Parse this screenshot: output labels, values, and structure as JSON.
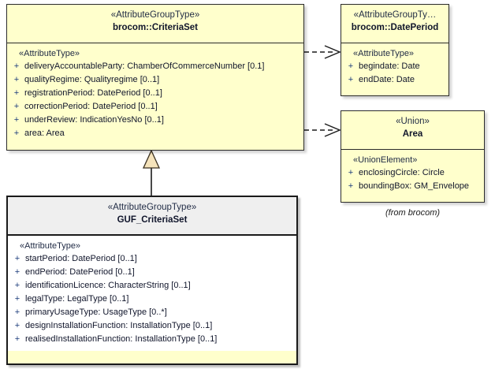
{
  "diagram": {
    "kind": "uml-class-diagram",
    "background": "#ffffff",
    "colors": {
      "class_fill": "#ffffcc",
      "class_border": "#2b2b2b",
      "subclass_header_fill": "#efefef",
      "subclass_body_fill": "#ffffff",
      "subclass_border": "#1a1a1a",
      "text": "#10152b",
      "stereotype_text": "#1f2a44",
      "visibility_marker": "#1a3a7a",
      "connector": "#1a1a1a",
      "generalization_arrow_fill": "#f5e3bb"
    }
  },
  "classes": [
    {
      "id": "criteria-set",
      "stereotype": "«AttributeGroupType»",
      "name": "brocom::CriteriaSet",
      "style": "yellow",
      "compartment_stereotype": "«AttributeType»",
      "attributes": [
        {
          "visibility": "+",
          "text": "deliveryAccountableParty: ChamberOfCommerceNumber [0.1]"
        },
        {
          "visibility": "+",
          "text": "qualityRegime: Qualityregime [0..1]"
        },
        {
          "visibility": "+",
          "text": "registrationPeriod: DatePeriod [0..1]"
        },
        {
          "visibility": "+",
          "text": "correctionPeriod: DatePeriod [0..1]"
        },
        {
          "visibility": "+",
          "text": "underReview: IndicationYesNo [0..1]"
        },
        {
          "visibility": "+",
          "text": "area: Area"
        }
      ]
    },
    {
      "id": "date-period",
      "stereotype": "«AttributeGroupTy…",
      "name": "brocom::DatePeriod",
      "style": "yellow",
      "compartment_stereotype": "«AttributeType»",
      "attributes": [
        {
          "visibility": "+",
          "text": "begindate: Date"
        },
        {
          "visibility": "+",
          "text": "endDate: Date"
        }
      ]
    },
    {
      "id": "area",
      "stereotype": "«Union»",
      "name": "Area",
      "style": "yellow",
      "compartment_stereotype": "«UnionElement»",
      "attributes": [
        {
          "visibility": "+",
          "text": "enclosingCircle: Circle"
        },
        {
          "visibility": "+",
          "text": "boundingBox: GM_Envelope"
        }
      ]
    },
    {
      "id": "guf-criteria-set",
      "stereotype": "«AttributeGroupType»",
      "name": "GUF_CriteriaSet",
      "style": "plain",
      "compartment_stereotype": "«AttributeType»",
      "attributes": [
        {
          "visibility": "+",
          "text": "startPeriod: DatePeriod [0..1]"
        },
        {
          "visibility": "+",
          "text": "endPeriod: DatePeriod [0..1]"
        },
        {
          "visibility": "+",
          "text": "identificationLicence: CharacterString [0..1]"
        },
        {
          "visibility": "+",
          "text": "legalType: LegalType [0..1]"
        },
        {
          "visibility": "+",
          "text": "primaryUsageType: UsageType [0..*]"
        },
        {
          "visibility": "+",
          "text": "designInstallationFunction: InstallationType [0..1]"
        },
        {
          "visibility": "+",
          "text": "realisedInstallationFunction: InstallationType [0..1]"
        }
      ]
    }
  ],
  "notes": [
    {
      "id": "from-brocom",
      "text": "(from brocom)"
    }
  ],
  "relationships": [
    {
      "id": "dep-criteriaset-dateperiod",
      "type": "dependency",
      "line": "dashed",
      "arrowhead": "open",
      "source": "brocom::CriteriaSet",
      "target": "brocom::DatePeriod"
    },
    {
      "id": "dep-criteriaset-area",
      "type": "dependency",
      "line": "dashed",
      "arrowhead": "open",
      "source": "brocom::CriteriaSet",
      "target": "Area"
    },
    {
      "id": "gen-guf-criteriaset",
      "type": "generalization",
      "line": "solid",
      "arrowhead": "hollow-triangle",
      "source": "GUF_CriteriaSet",
      "target": "brocom::CriteriaSet"
    }
  ]
}
